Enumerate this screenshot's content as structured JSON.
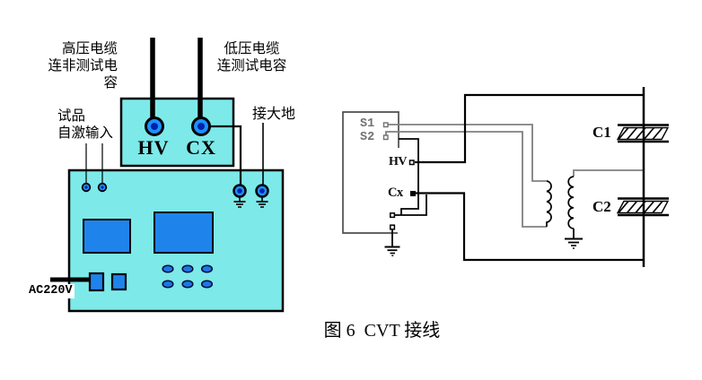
{
  "figure_caption": "图 6  CVT 接线",
  "device": {
    "hv_cable_label_line1": "高压电缆",
    "hv_cable_label_line2": "连非测试电容",
    "lv_cable_label_line1": "低压电缆",
    "lv_cable_label_line2": "连测试电容",
    "self_test_label_line1": "试品",
    "self_test_label_line2": "自激输入",
    "earth_label": "接大地",
    "hv_terminal_label": "HV",
    "cx_terminal_label": "CX",
    "power_label": "AC220V"
  },
  "schematic": {
    "terminal_s1": "S1",
    "terminal_s2": "S2",
    "terminal_hv": "HV",
    "terminal_cx": "Cx",
    "capacitor_c1": "C1",
    "capacitor_c2": "C2"
  },
  "colors": {
    "panel_cyan": "#7EE9E9",
    "screen_blue": "#1E84EC",
    "terminal_blue": "#1E90FF",
    "terminal_core_navy": "#0022AA",
    "wire_gray": "#808080",
    "ink_black": "#000000",
    "box_gray": "#4D4D4D"
  }
}
